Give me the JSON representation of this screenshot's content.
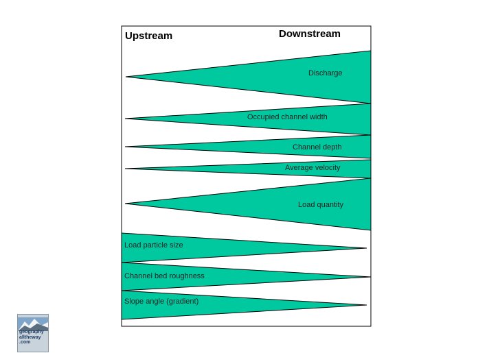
{
  "header": {
    "upstream_label": "Upstream",
    "downstream_label": "Downstream"
  },
  "colors": {
    "wedge_fill": "#00c9a0",
    "wedge_stroke": "#000000",
    "frame_stroke": "#000000"
  },
  "increasing_downstream": [
    {
      "label": "Discharge"
    },
    {
      "label": "Occupied channel width"
    },
    {
      "label": "Channel depth"
    },
    {
      "label": "Average velocity"
    },
    {
      "label": "Load quantity"
    }
  ],
  "decreasing_downstream": [
    {
      "label": "Load particle size"
    },
    {
      "label": "Channel bed roughness"
    },
    {
      "label": "Slope angle (gradient)"
    }
  ],
  "logo": {
    "text_lines": [
      "geography",
      "alltheway",
      ".com"
    ],
    "icon": "mountain-logo-icon"
  }
}
